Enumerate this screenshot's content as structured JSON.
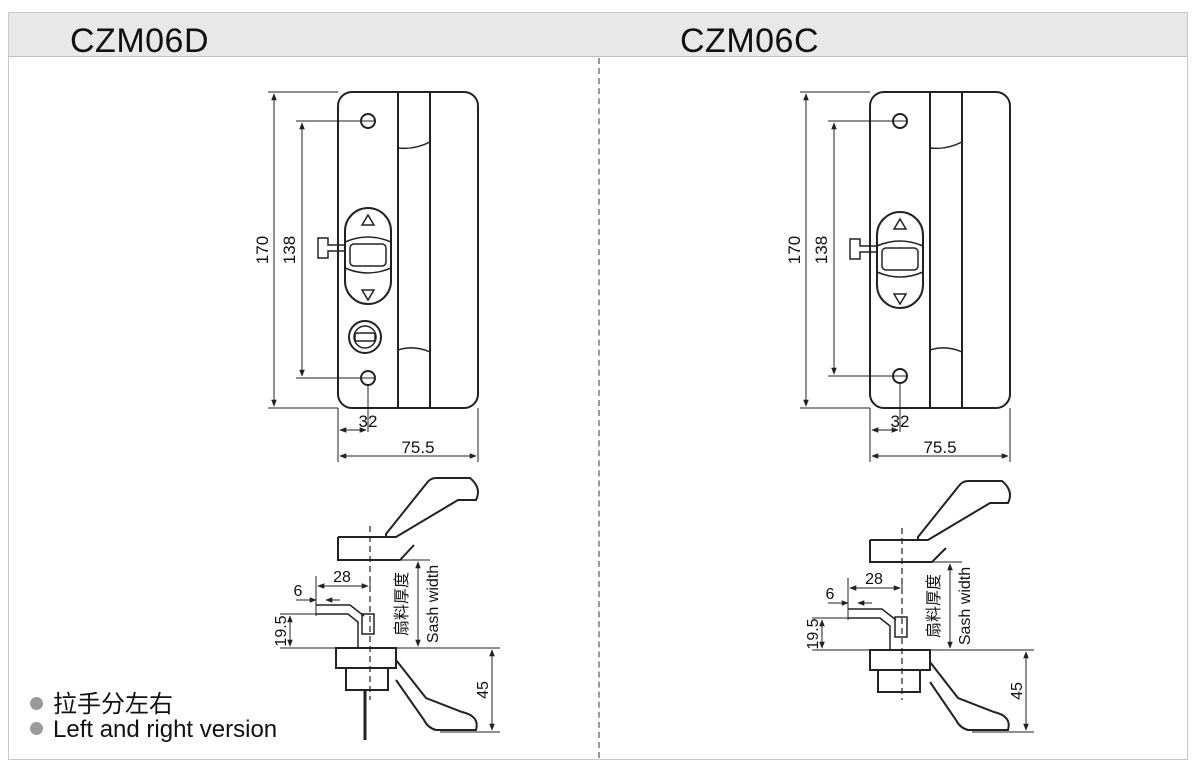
{
  "header": {
    "left_model": "CZM06D",
    "right_model": "CZM06C"
  },
  "dimensions": {
    "total_height": "170",
    "hole_spacing": "138",
    "hole_offset": "32",
    "total_width": "75.5",
    "handle_reach": "28",
    "handle_offset": "6",
    "lever_height": "19.5",
    "base_depth": "45"
  },
  "labels": {
    "sash_width_cn": "扇料厚度",
    "sash_width_en": "Sash width"
  },
  "legend": {
    "line1": "拉手分左右",
    "line2": "Left and right version"
  },
  "colors": {
    "line": "#222222",
    "header_bg": "#e8e8e8",
    "divider": "#9a9a9a"
  }
}
